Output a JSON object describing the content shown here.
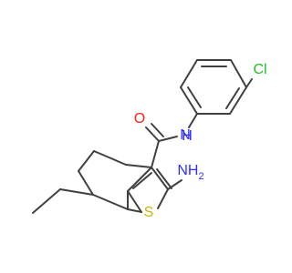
{
  "molecule": {
    "colors": {
      "bond": "#404040",
      "carbon": "#404040",
      "nitrogen": "#3030ff",
      "oxygen": "#ff2020",
      "sulfur": "#c8b400",
      "chlorine": "#1fbf1f"
    },
    "labels": {
      "chlorine": "Cl",
      "oxygen": "O",
      "amide_nitrogen": "N",
      "amide_hydrogen": "H",
      "amino_group": "NH",
      "amino_subscript": "2",
      "sulfur": "S"
    }
  }
}
